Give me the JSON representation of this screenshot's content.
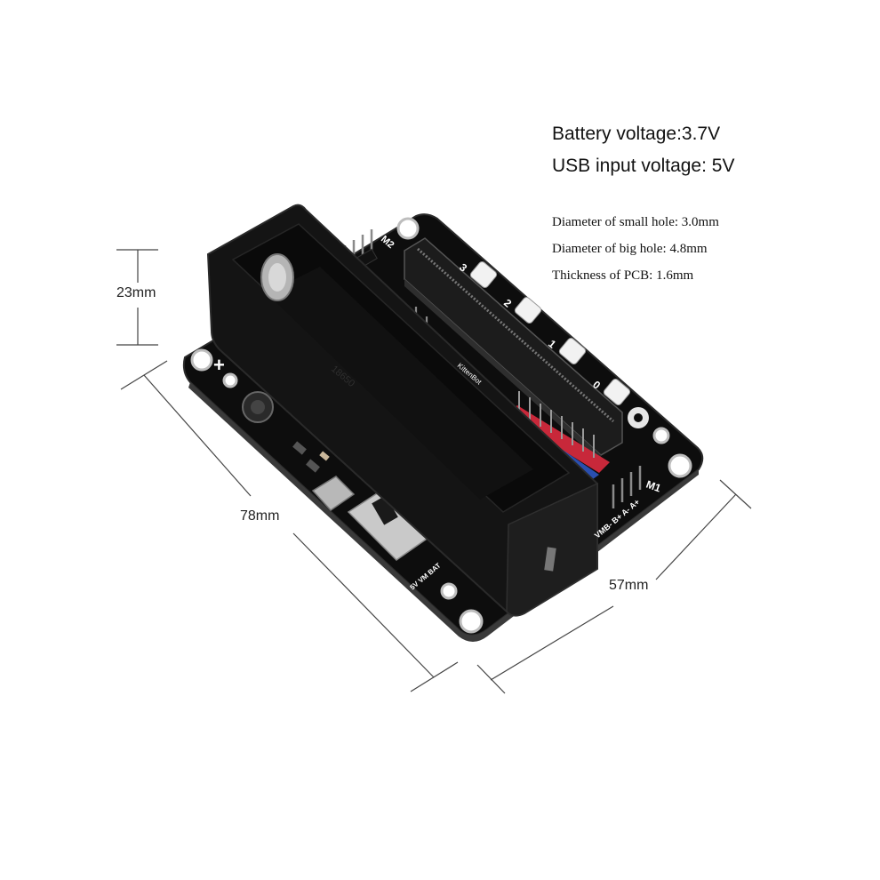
{
  "specs": {
    "battery_voltage": "Battery voltage:3.7V",
    "usb_voltage": "USB input voltage: 5V",
    "small_hole": "Diameter of small hole: 3.0mm",
    "big_hole": "Diameter of big hole: 4.8mm",
    "pcb_thickness": "Thickness of PCB: 1.6mm"
  },
  "dimensions": {
    "height": "23mm",
    "length": "78mm",
    "width": "57mm"
  },
  "board": {
    "label_m1": "M1",
    "label_m2": "M2",
    "motor_pins": "VMB- B+ A- A+",
    "power_pins": "5V VM BAT",
    "brand": "KittenBot",
    "battery_marking": "18650",
    "pcb_color": "#0d0d0d",
    "holder_color": "#141414",
    "pin_color": "#8a8a8a",
    "header_red": "#c8283a",
    "header_blue": "#2a4fb0"
  },
  "decor": {
    "plus_sign": "+",
    "number_labels": [
      "3",
      "2",
      "1",
      "0"
    ]
  }
}
